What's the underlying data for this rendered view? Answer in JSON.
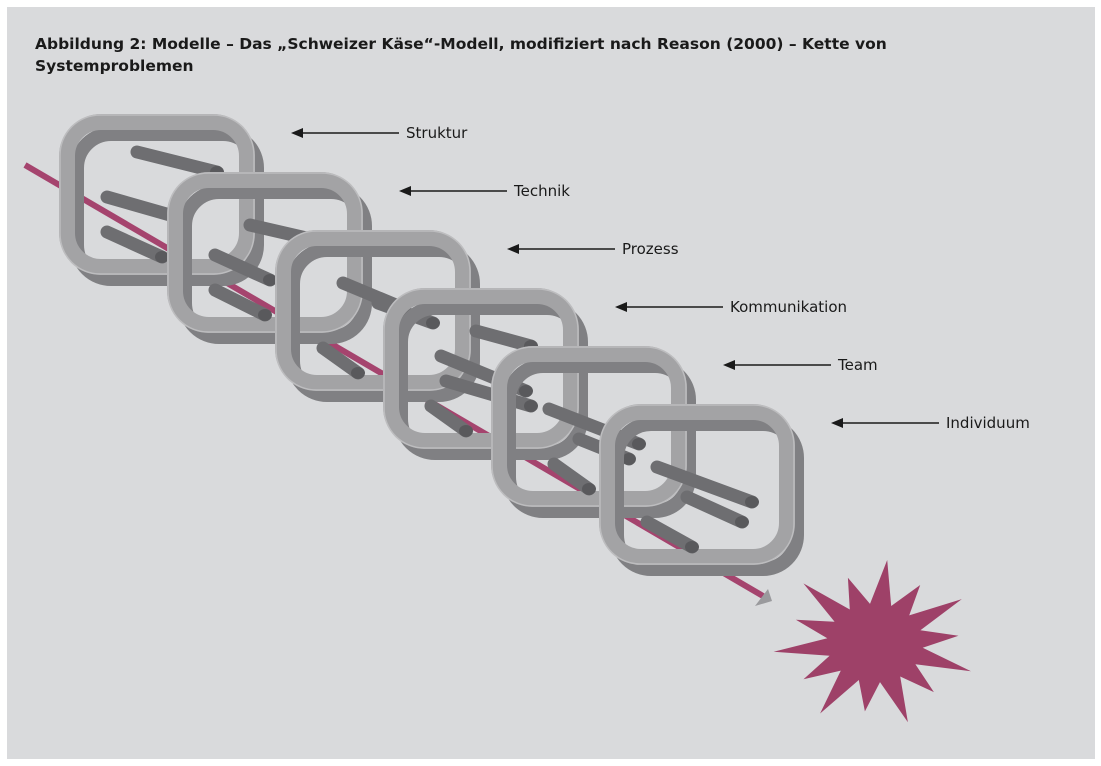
{
  "title": "Abbildung 2: Modelle – Das „Schweizer Käse“-Modell, modifiziert nach Reason (2000) – Kette von Systemproblemen",
  "layers": [
    {
      "label": "Struktur"
    },
    {
      "label": "Technik"
    },
    {
      "label": "Prozess"
    },
    {
      "label": "Kommunikation"
    },
    {
      "label": "Team"
    },
    {
      "label": "Individuum"
    }
  ],
  "colors": {
    "background": "#d9dadc",
    "layer_frame": "#a3a3a5",
    "layer_frame_shadow": "#808083",
    "hole_tube": "#6e6e71",
    "trajectory": "#a5446e",
    "accident_burst": "#9e4168",
    "arrow": "#1a1a1a"
  },
  "icons": {
    "accident": "starburst-icon",
    "pointer": "left-arrow-icon"
  }
}
